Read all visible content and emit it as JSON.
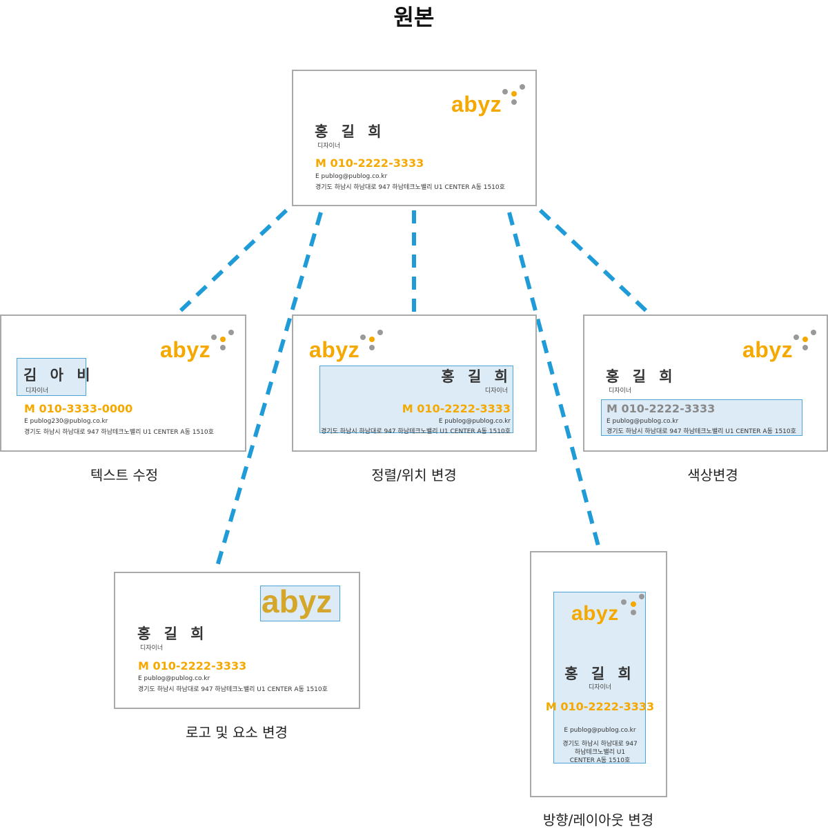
{
  "title": "원본",
  "captions": {
    "text_edit": "텍스트 수정",
    "align": "정렬/위치 변경",
    "color": "색상변경",
    "logo": "로고 및 요소 변경",
    "orient": "방향/레이아웃 변경"
  },
  "colors": {
    "accent": "#f5a800",
    "logo_alt": "#d4a62a",
    "dot_gray": "#999999",
    "line": "#1f9bd7",
    "highlight_bg": "#dcebf6",
    "highlight_border": "#4aa3d9",
    "phone_gray": "#888888",
    "card_border": "#a9a9a9"
  },
  "cards": {
    "original": {
      "logo": "abyz",
      "name": "홍 길 희",
      "role": "디자이너",
      "phone": "M 010-2222-3333",
      "email": "E publog@publog.co.kr",
      "address": "경기도 하남시 하남대로 947 하남테크노밸리 U1 CENTER A동 1510호"
    },
    "text_edit": {
      "logo": "abyz",
      "name": "김 아 비",
      "role": "디자이너",
      "phone": "M 010-3333-0000",
      "email": "E publog230@publog.co.kr",
      "address": "경기도 하남시 하남대로 947 하남테크노밸리 U1 CENTER A동 1510호"
    },
    "align": {
      "logo": "abyz",
      "name": "홍 길 희",
      "role": "디자이너",
      "phone": "M 010-2222-3333",
      "email": "E publog@publog.co.kr",
      "address": "경기도 하남시 하남대로 947 하남테크노밸리 U1 CENTER A동 1510호"
    },
    "color": {
      "logo": "abyz",
      "name": "홍 길 희",
      "role": "디자이너",
      "phone": "M 010-2222-3333",
      "email": "E publog@publog.co.kr",
      "address": "경기도 하남시 하남대로 947 하남테크노밸리 U1 CENTER A동 1510호"
    },
    "logo": {
      "logo": "abyz",
      "name": "홍 길 희",
      "role": "디자이너",
      "phone": "M 010-2222-3333",
      "email": "E publog@publog.co.kr",
      "address": "경기도 하남시 하남대로 947 하남테크노밸리 U1 CENTER A동 1510호"
    },
    "orient": {
      "logo": "abyz",
      "name": "홍 길 희",
      "role": "디자이너",
      "phone": "M 010-2222-3333",
      "email": "E publog@publog.co.kr",
      "address_l1": "경기도 하남시 하남대로 947",
      "address_l2": "하남테크노밸리 U1",
      "address_l3": "CENTER A동 1510호"
    }
  }
}
